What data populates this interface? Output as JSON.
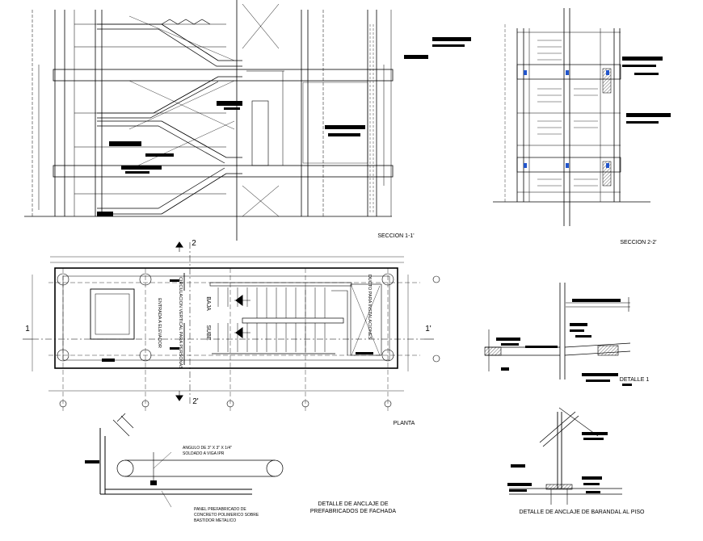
{
  "views": {
    "seccion_1": {
      "title": "SECCION 1-1'"
    },
    "seccion_2": {
      "title": "SECCION 2-2'"
    },
    "planta": {
      "title": "PLANTA",
      "marks": {
        "cut_1_left": "1",
        "cut_1_right": "1'",
        "cut_2_top": "2",
        "cut_2_bottom": "2'"
      },
      "labels": {
        "baja": "BAJA",
        "sube": "SUBE",
        "elevador": "ENTRADA A ELEVADOR",
        "circulacion": "CIRCULACION VERTICAL PARA PERSONAS",
        "ducto": "DUCTO PARA INSTALACIONES"
      }
    },
    "detalle_1": {
      "title": "DETALLE 1"
    },
    "detalle_fachada": {
      "title_line1": "DETALLE DE ANCLAJE DE",
      "title_line2": "PREFABRICADOS DE FACHADA",
      "note1_line1": "ANGULO DE 3\" X 3\" X 1/4\"",
      "note1_line2": "SOLDADO A VIGA IPR",
      "note2_line1": "PANEL PREFABRICADO DE",
      "note2_line2": "CONCRETO POLIMERICO SOBRE",
      "note2_line3": "BASTIDOR METALICO"
    },
    "detalle_barandal": {
      "title": "DETALLE DE ANCLAJE DE BARANDAL AL PISO"
    }
  }
}
